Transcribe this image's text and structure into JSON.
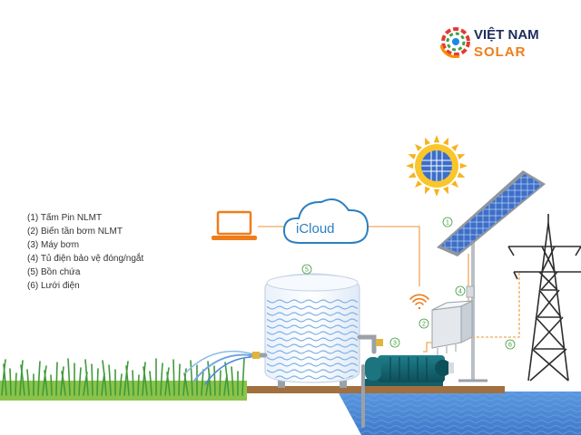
{
  "logo": {
    "line1": "VIỆT NAM",
    "line2": "SOLAR"
  },
  "legend": [
    "(1) Tấm Pin NLMT",
    "(2) Biến tần bơm NLMT",
    "(3) Máy bơm",
    "(4) Tủ điện bảo vệ đóng/ngắt",
    "(5) Bồn chứa",
    "(6) Lưới điện"
  ],
  "cloud_label": "iCloud",
  "markers": {
    "panel": "1",
    "inverter": "2",
    "pump": "3",
    "breaker": "4",
    "tank": "5",
    "grid": "6"
  },
  "colors": {
    "brand_navy": "#1e2c5c",
    "brand_orange": "#ef7d1a",
    "cable_orange": "#f2a65a",
    "marker_green": "#3d9b37",
    "cloud_blue": "#2b7fc1",
    "grass": "#3f9b3a",
    "water": "#4d8ad6",
    "soil": "#a26f3f"
  },
  "icons": [
    "laptop-icon",
    "cloud-icon",
    "sun-icon",
    "wifi-icon",
    "transmission-tower-icon"
  ]
}
